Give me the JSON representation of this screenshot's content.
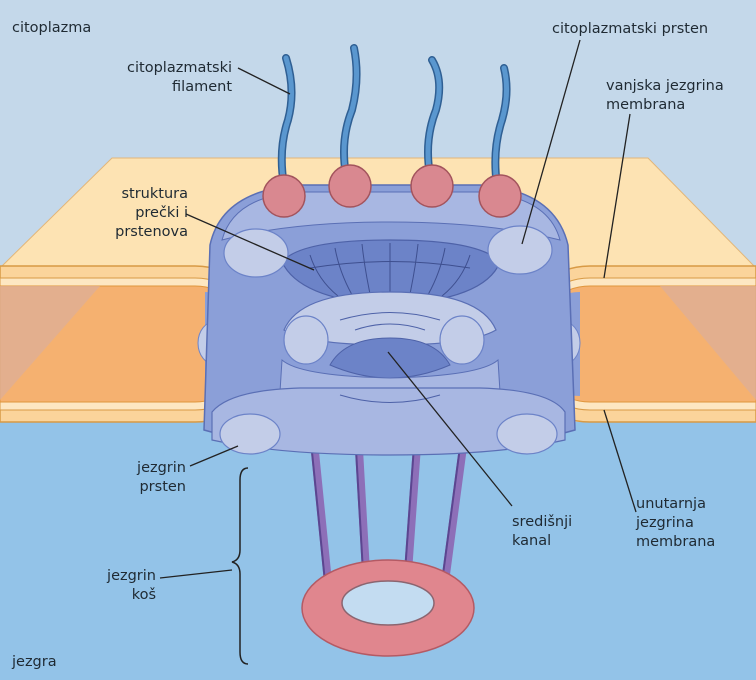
{
  "regions": {
    "top": "citoplazma",
    "bottom": "jezgra"
  },
  "labels": {
    "cyto_filament": [
      "citoplazmatski",
      "filament"
    ],
    "cyto_ring": [
      "citoplazmatski prsten"
    ],
    "outer_membrane": [
      "vanjska jezgrina",
      "membrana"
    ],
    "spoke_ring": [
      "struktura",
      "prečki i",
      "prstenova"
    ],
    "nuclear_ring": [
      "jezgrin",
      "prsten"
    ],
    "central_channel": [
      "središnji",
      "kanal"
    ],
    "inner_membrane": [
      "unutarnja",
      "jezgrina",
      "membrana"
    ],
    "nuclear_basket": [
      "jezgrin",
      "koš"
    ]
  },
  "colors": {
    "cytoplasm": "#c4d8ea",
    "nucleoplasm": "#93c3e8",
    "membrane_top": "#fde3b3",
    "membrane_lumen": "#f5b170",
    "membrane_edge": "#e6a24b",
    "pore_body": "#8b9fd8",
    "pore_light": "#c3cde8",
    "pore_dark": "#6c83c8",
    "bead": "#d98890",
    "filament": "#5a97cf",
    "basket_rod": "#8d6fb8",
    "basket_ring": "#e0868e"
  }
}
